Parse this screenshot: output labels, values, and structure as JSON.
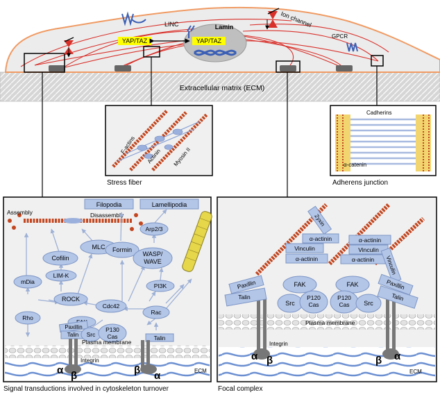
{
  "cell": {
    "linc": "LINC",
    "lamin": "Lamin",
    "yap_left": "YAP/TAZ",
    "yap_right": "YAP/TAZ",
    "ion_channel": "Ion channel",
    "gpcr": "GPCR",
    "ecm": "Extracellular matrix (ECM)"
  },
  "stress_fiber": {
    "caption": "Stress fiber",
    "factins": "F-actins",
    "actinin": "Actinin",
    "myosin": "Myosin II"
  },
  "adherens": {
    "caption": "Adherens junction",
    "cadherins": "Cadherins",
    "catenin": "α-catenin"
  },
  "signal": {
    "caption": "Signal transductions involved in cytoskeleton turnover",
    "assembly": "Assembly",
    "disassembly": "Disassembly",
    "filopodia": "Filopodia",
    "lamellipodia": "Lamellipodia",
    "arp": "Arp2/3",
    "mlc": "MLC",
    "cofilin": "Cofilin",
    "limk": "LIM-K",
    "mdia": "mDia",
    "rock": "ROCK",
    "formin": "Formin",
    "wasp": "WASP/",
    "wave": "WAVE",
    "pi3k": "PI3K",
    "rho": "Rho",
    "cdc42": "Cdc42",
    "rac": "Rac",
    "fak": "FAK",
    "paxillin": "Paxillin",
    "talin": "Talin",
    "src": "Src",
    "p130": "P130",
    "cas": "Cas",
    "talin2": "Talin",
    "membrane": "Plasma membrane",
    "integrin": "Integrin",
    "alpha": "α",
    "beta": "β",
    "beta2": "β",
    "alpha2": "α",
    "ecm": "ECM"
  },
  "focal": {
    "caption": "Focal  complex",
    "zyxin": "Zyxin",
    "actinin1": "α-actinin",
    "vinculin1": "Vinculin",
    "actinin2": "α-actinin",
    "actinin3": "α-actinin",
    "vinculin2": "Vinculin",
    "actinin4": "α-actinin",
    "vinculin3": "Vinculin",
    "paxillin1": "Paxillin",
    "talin1": "Talin",
    "fak1": "FAK",
    "src1": "Src",
    "p1201": "P120",
    "cas1": "Cas",
    "fak2": "FAK",
    "p1202": "P120",
    "cas2": "Cas",
    "src2": "Src",
    "paxillin2": "Paxillin",
    "talin2": "Talin",
    "membrane": "Plasma membrane",
    "integrin": "Integrin",
    "alpha1": "α",
    "beta1": "β",
    "beta2": "β",
    "alpha2": "α",
    "ecm": "ECM"
  },
  "colors": {
    "node": "#b3c6e8",
    "node_stroke": "#7d95c4",
    "actin": "#c2461f",
    "fiber": "#d9302a",
    "ecm": "#d9d9d9",
    "panel": "#f0f0f0",
    "yap": "#ffff00"
  }
}
